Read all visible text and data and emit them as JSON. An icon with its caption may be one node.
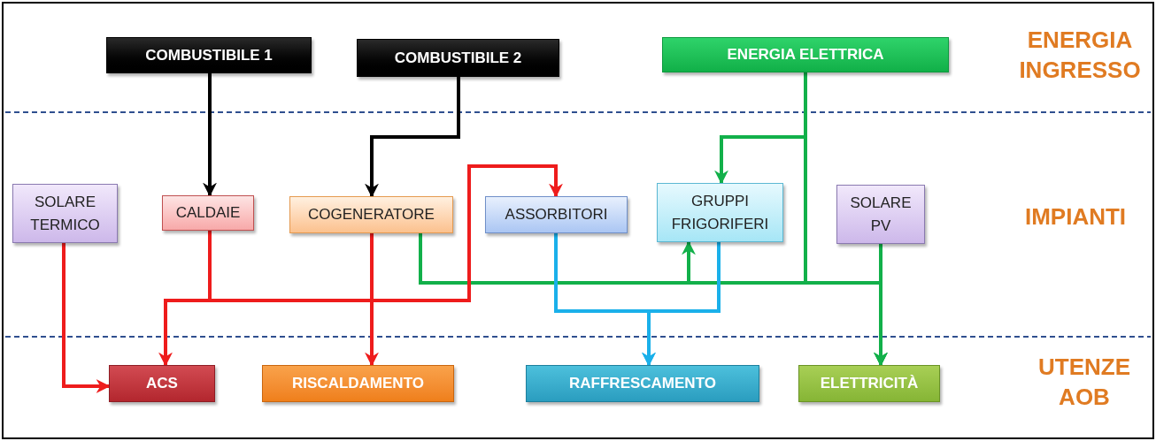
{
  "diagram": {
    "nodes": [
      {
        "text": [
          "COMBUSTIBILE 1"
        ]
      },
      {
        "text": [
          "COMBUSTIBILE 2"
        ]
      },
      {
        "text": [
          "ENERGIA ELETTRICA"
        ]
      },
      {
        "text": [
          "SOLARE TERMICO"
        ]
      },
      {
        "text": [
          "CALDAIE"
        ]
      },
      {
        "text": [
          "COGENERATORE"
        ]
      },
      {
        "text": [
          "ASSORBITORI"
        ]
      },
      {
        "text": [
          "GRUPPI FRIGORIFERI"
        ]
      },
      {
        "text": [
          "SOLARE PV"
        ]
      },
      {
        "text": [
          "ACS"
        ]
      },
      {
        "text": [
          "RISCALDAMENTO"
        ]
      },
      {
        "text": [
          "RAFFRESCAMENTO"
        ]
      },
      {
        "text": [
          "ELETTRICITÀ"
        ]
      }
    ],
    "edges": [
      {
        "from": 0,
        "to": 4,
        "arrow": "to",
        "color": "#000000"
      },
      {
        "from": 1,
        "to": 5,
        "arrow": "to",
        "color": "#000000"
      },
      {
        "from": 2,
        "to": 7,
        "arrow": "to",
        "color": "#12b04a"
      },
      {
        "from": 2,
        "to": 12,
        "arrow": "to",
        "color": "#12b04a"
      },
      {
        "from": 5,
        "to": 7,
        "arrow": "to",
        "color": "#12b04a"
      },
      {
        "from": 5,
        "to": 12,
        "arrow": "to",
        "color": "#12b04a"
      },
      {
        "from": 8,
        "to": 12,
        "arrow": "to",
        "color": "#12b04a"
      },
      {
        "from": 3,
        "to": 9,
        "arrow": "to",
        "color": "#ee1c1c"
      },
      {
        "from": 4,
        "to": 9,
        "arrow": "to",
        "color": "#ee1c1c"
      },
      {
        "from": 4,
        "to": 6,
        "arrow": "to",
        "color": "#ee1c1c"
      },
      {
        "from": 5,
        "to": 10,
        "arrow": "to",
        "color": "#ee1c1c"
      },
      {
        "from": 6,
        "to": 11,
        "arrow": "to",
        "color": "#1ab0ea"
      },
      {
        "from": 7,
        "to": 11,
        "arrow": "to",
        "color": "#1ab0ea"
      }
    ],
    "labels": [
      "ENERGIA INGRESSO",
      "IMPIANTI",
      "UTENZE AOB"
    ]
  }
}
